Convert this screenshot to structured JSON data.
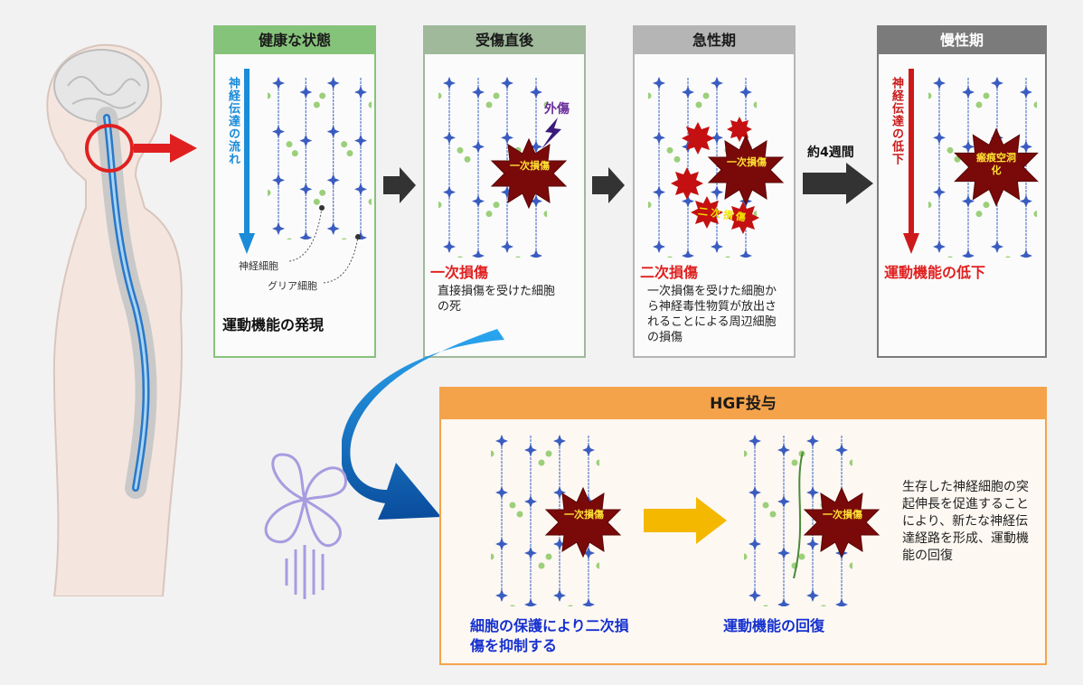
{
  "panels": {
    "healthy": {
      "title": "健康な状態",
      "flow_label": "神経伝達の流れ",
      "neuron_label": "神経細胞",
      "glia_label": "グリア細胞",
      "caption": "運動機能の発現"
    },
    "injury": {
      "title": "受傷直後",
      "trauma_label": "外傷",
      "burst_label": "一次損傷",
      "subtitle": "一次損傷",
      "desc": "直接損傷を受けた細胞の死"
    },
    "acute": {
      "title": "急性期",
      "burst_label": "一次損傷",
      "secondary_label": "二次損傷",
      "subtitle": "二次損傷",
      "desc": "一次損傷を受けた細胞から神経毒性物質が放出されることによる周辺細胞の損傷"
    },
    "chronic": {
      "title": "慢性期",
      "flow_label": "神経伝達の低下",
      "burst_label": "瘢痕空洞化",
      "subtitle": "運動機能の低下"
    },
    "hgf": {
      "title": "HGF投与",
      "burst_left": "一次損傷",
      "burst_right": "一次損傷",
      "caption_left": "細胞の保護により二次損傷を抑制する",
      "caption_right": "運動機能の回復",
      "desc": "生存した神経細胞の突起伸長を促進することにより、新たな神経伝達経路を形成、運動機能の回復"
    }
  },
  "arrows": {
    "period_label": "約4週間"
  },
  "colors": {
    "green": "#86c37a",
    "sage": "#9fb99a",
    "gray": "#b5b5b5",
    "dark": "#7b7b7b",
    "orange": "#f5a34b",
    "red": "#e02020",
    "blue": "#1530d0",
    "burst": "#7a0a0a"
  }
}
